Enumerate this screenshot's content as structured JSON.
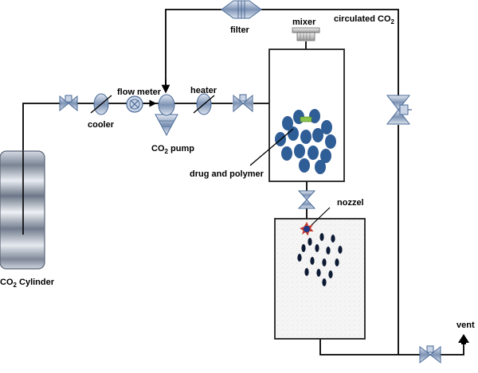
{
  "labels": {
    "filter": "filter",
    "circulated_main": "circulated CO",
    "circulated_sub": "2",
    "mixer": "mixer",
    "flow_meter": "flow meter",
    "heater": "heater",
    "cooler": "cooler",
    "pump_main": "CO",
    "pump_sub": "2",
    "pump_tail": " pump",
    "drug_polymer": "drug and polymer",
    "nozzel": "nozzel",
    "vent": "vent",
    "cylinder_main": "CO",
    "cylinder_sub": "2",
    "cylinder_tail": " Cylinder"
  },
  "colors": {
    "line": "#000000",
    "component_fill": "#c8d4e6",
    "component_stroke": "#4a6a96",
    "particle": "#2f5d96",
    "nozzle_outer": "#c0392b",
    "nozzle_inner": "#1f3a8a",
    "drug_marker": "#8bc34a",
    "chamber_stroke": "#222222"
  },
  "icons": {
    "filter": "filter-icon",
    "valve": "valve-icon",
    "cooler": "cooler-icon",
    "flow_meter": "flow-meter-icon",
    "pump": "pump-icon",
    "heater": "heater-icon",
    "mixer": "mixer-icon",
    "back_pressure_valve": "back-pressure-valve-icon",
    "nozzle": "nozzle-icon",
    "vent": "vent-arrow-icon",
    "cylinder": "co2-cylinder-icon"
  }
}
